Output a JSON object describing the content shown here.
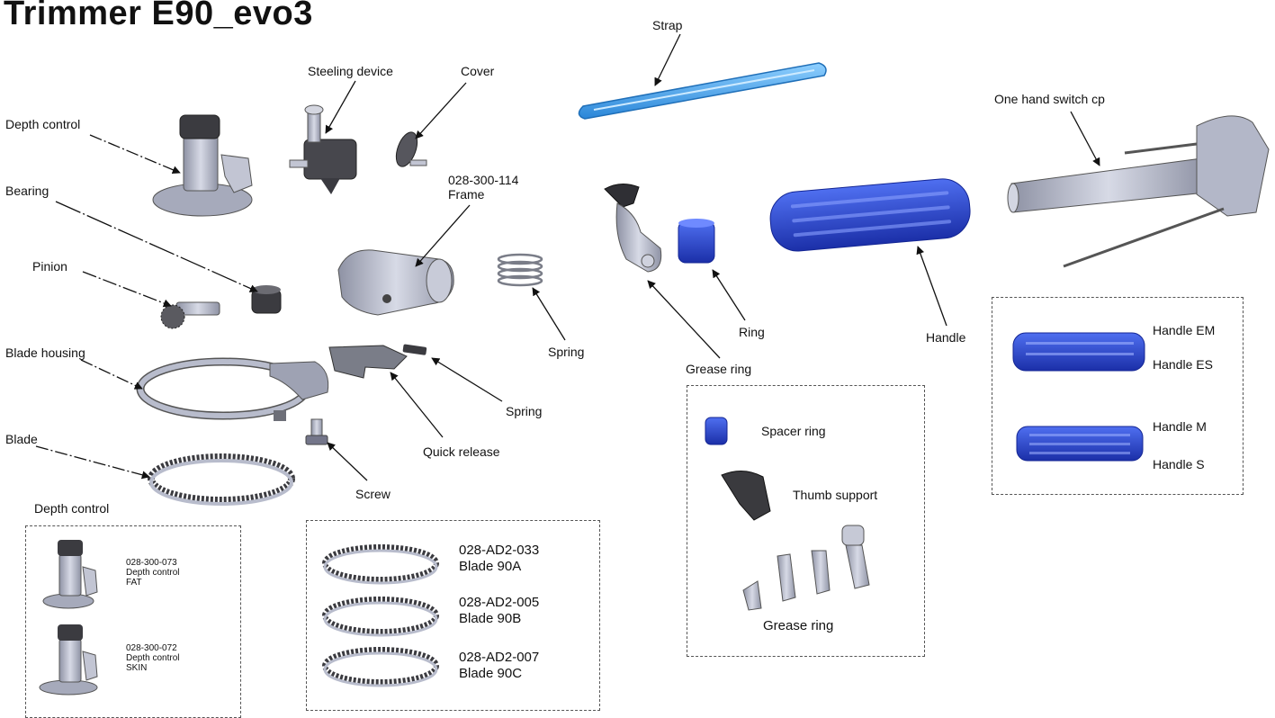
{
  "title": "Trimmer E90_evo3",
  "labels": {
    "strap": "Strap",
    "steeling_device": "Steeling device",
    "cover": "Cover",
    "depth_control": "Depth control",
    "bearing": "Bearing",
    "frame_code": "028-300-114",
    "frame": "Frame",
    "pinion": "Pinion",
    "spring_upper": "Spring",
    "blade_housing": "Blade housing",
    "spring_lower": "Spring",
    "quick_release": "Quick release",
    "blade": "Blade",
    "screw": "Screw",
    "one_hand_switch": "One hand switch cp",
    "ring": "Ring",
    "handle": "Handle",
    "grease_ring": "Grease ring"
  },
  "depth_box": {
    "heading": "Depth control",
    "items": [
      {
        "code": "028-300-073",
        "name": "Depth control",
        "variant": "FAT"
      },
      {
        "code": "028-300-072",
        "name": "Depth control",
        "variant": "SKIN"
      }
    ]
  },
  "blade_box": {
    "items": [
      {
        "code": "028-AD2-033",
        "name": "Blade 90A"
      },
      {
        "code": "028-AD2-005",
        "name": "Blade 90B"
      },
      {
        "code": "028-AD2-007",
        "name": "Blade 90C"
      }
    ]
  },
  "grease_box": {
    "spacer_ring": "Spacer ring",
    "thumb_support": "Thumb support",
    "grease_ring": "Grease ring"
  },
  "handle_box": {
    "handle_em": "Handle EM",
    "handle_es": "Handle ES",
    "handle_m": "Handle M",
    "handle_s": "Handle S"
  },
  "colors": {
    "metal": "#b8bccc",
    "dark": "#3a3a3e",
    "blue": "#2f4fd6",
    "strap_blue": "#3f9fe6"
  }
}
